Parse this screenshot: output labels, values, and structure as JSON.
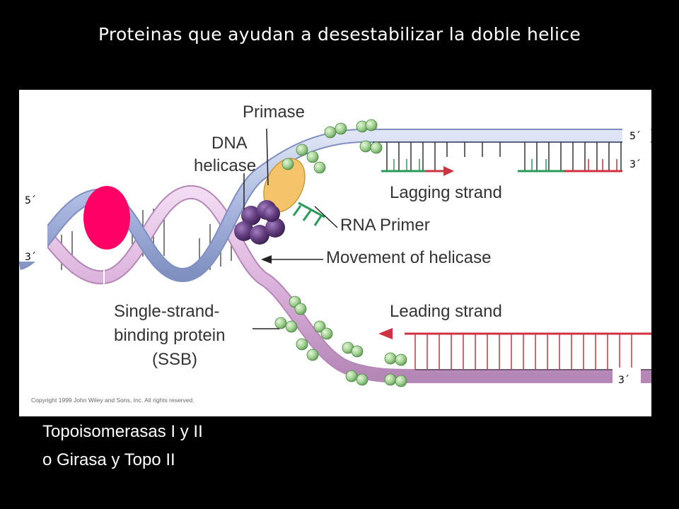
{
  "slide": {
    "title": "Proteinas que ayudan a desestabilizar la doble helice"
  },
  "figure": {
    "labels": {
      "primase": "Primase",
      "dna_helicase_line1": "DNA",
      "dna_helicase_line2": "helicase",
      "lagging_strand": "Lagging strand",
      "rna_primer": "RNA Primer",
      "movement_of_helicase": "Movement of helicase",
      "leading_strand": "Leading strand",
      "ssb_line1": "Single-strand-",
      "ssb_line2": "binding protein",
      "ssb_line3": "(SSB)"
    },
    "copyright": "Copyright 1999 John Wiley and Sons, Inc. All rights reserved."
  },
  "strand_ends": {
    "left_top": "5´",
    "left_bottom": "3´",
    "right_top_1": "5´",
    "right_top_2": "3´",
    "right_bottom": "3´"
  },
  "caption": {
    "line1": "Topoisomerasas  I y II",
    "line2": "o Girasa y Topo II"
  },
  "colors": {
    "background": "#000000",
    "top_strand": "#aab8e0",
    "bottom_strand": "#dbb2dc",
    "ssb": "#9fcf8f",
    "helicase": "#5e3a7a",
    "primase": "#f5c46a",
    "rna_primer": "#2a9a5a",
    "new_dna": "#d03040",
    "topoisomerase": "#ff0066"
  }
}
